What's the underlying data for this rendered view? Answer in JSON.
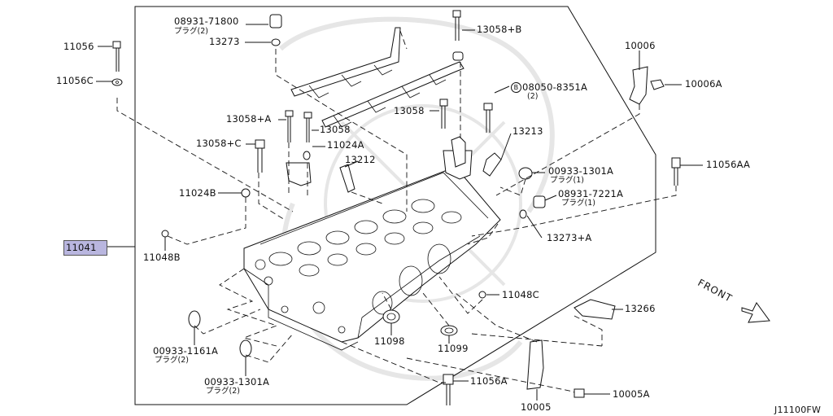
{
  "labels": {
    "p08931_71800": "08931-71800",
    "p08931_71800_sub": "プラグ(2)",
    "p13273": "13273",
    "p11056": "11056",
    "p11056c": "11056C",
    "p13058b": "13058+B",
    "p10006": "10006",
    "p10006a": "10006A",
    "p08050": "08050-8351A",
    "p08050_circ": "B",
    "p08050_sub": "(2)",
    "p13058": "13058",
    "p13058a": "13058+A",
    "p13058_2": "13058",
    "p13058c": "13058+C",
    "p11024a": "11024A",
    "p13212": "13212",
    "p13213": "13213",
    "p11056aa": "11056AA",
    "p00933_1301a_top": "00933-1301A",
    "p00933_1301a_top_sub": "プラグ(1)",
    "p08931_7221a": "08931-7221A",
    "p08931_7221a_sub": "プラグ(1)",
    "p11024b": "11024B",
    "p13273a": "13273+A",
    "p11041": "11041",
    "p11048b": "11048B",
    "p11048c": "11048C",
    "p13266": "13266",
    "front": "FRONT",
    "p00933_1161a": "00933-1161A",
    "p00933_1161a_sub": "プラグ(2)",
    "p11098": "11098",
    "p11099": "11099",
    "p00933_1301a_bot": "00933-1301A",
    "p00933_1301a_bot_sub": "プラグ(2)",
    "p11056a": "11056A",
    "p10005": "10005",
    "p10005a": "10005A",
    "diagram_code": "J11100FW"
  },
  "colors": {
    "highlight": "#b9b6df",
    "ink": "#111111"
  }
}
